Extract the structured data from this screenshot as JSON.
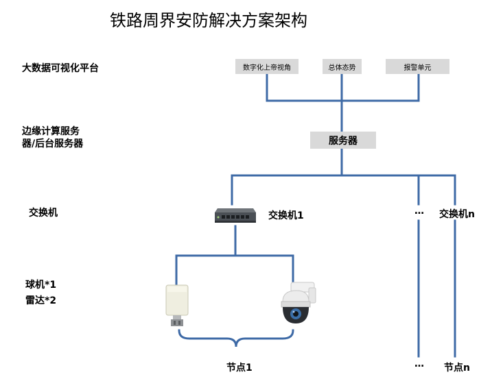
{
  "title": "铁路周界安防解决方案架构",
  "layers": {
    "platform": "大数据可视化平台",
    "edge_line1": "边缘计算服务",
    "edge_line2": "器/后台服务器",
    "switch": "交换机",
    "device_line1": "球机*1",
    "device_line2": "雷达*2"
  },
  "platform_boxes": [
    "数字化上帝视角",
    "总体态势",
    "报警单元"
  ],
  "server_box": "服务器",
  "switch1_label": "交换机1",
  "ellipsis": "…",
  "switchn_label": "交换机n",
  "node1_label": "节点1",
  "noden_label": "节点n",
  "colors": {
    "line": "#3e6aa6",
    "box": "#d9d9d9"
  },
  "icons": [
    "network-switch-icon",
    "radar-icon",
    "dome-camera-icon"
  ]
}
